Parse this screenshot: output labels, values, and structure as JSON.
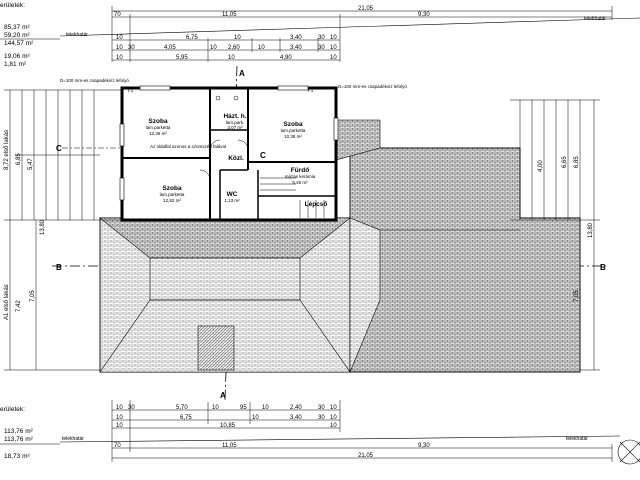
{
  "header": {
    "section_title": "erületek:",
    "areas": [
      "85,37 m²",
      "59,20 m²",
      "144,57 m²",
      "19,06 m²",
      "1,81 m²"
    ]
  },
  "footer": {
    "section_title": "erületek:",
    "areas": [
      "113,76 m²",
      "113,76 m²",
      "18,73 m²"
    ]
  },
  "labels": {
    "telekhatar": "telekhatár",
    "downpipe": "D=100 mm-es csapadékvíz lefolyó",
    "azonos": "Az oldalfal azonos a szomszéd falával"
  },
  "section_markers": [
    "A",
    "A",
    "B",
    "B",
    "C",
    "C"
  ],
  "top_dims": {
    "row1": [
      "70",
      "11,05",
      "9,30"
    ],
    "row2": [
      "21,05"
    ],
    "row3": [
      "10",
      "6,75",
      "10",
      "3,40",
      "30",
      "10"
    ],
    "row4": [
      "10",
      "30",
      "4,05",
      "10",
      "2,60",
      "10",
      "3,40",
      "30",
      "10"
    ],
    "row5": [
      "10",
      "5,95",
      "10",
      "4,90",
      "10"
    ]
  },
  "bottom_dims": {
    "row1": [
      "10",
      "30",
      "5,70",
      "10",
      "95",
      "10",
      "2,40",
      "30",
      "10"
    ],
    "row2": [
      "10",
      "6,75",
      "10",
      "3,40",
      "30",
      "10"
    ],
    "row3": [
      "10",
      "10,85",
      "10"
    ],
    "row4": [
      "70",
      "11,05",
      "9,30"
    ],
    "row5": [
      "21,05"
    ]
  },
  "left_dims": [
    "8,72 első lakás",
    "6,85",
    "5,47",
    "13,80",
    "7,05",
    "7,42",
    "A1 első lakás"
  ],
  "right_dims": [
    "6,65",
    "6,85",
    "13,80",
    "7,05",
    "4,00"
  ],
  "rooms": [
    {
      "name": "Szoba",
      "finish": "lam.parketta",
      "area": "12,36 m²"
    },
    {
      "name": "Házt. h.",
      "finish": "lam.park.",
      "area": "3,07 m²"
    },
    {
      "name": "Szoba",
      "finish": "lam.parketta",
      "area": "10,38 m²"
    },
    {
      "name": "Közl.",
      "finish": "",
      "area": ""
    },
    {
      "name": "Fürdő",
      "finish": "mázas kerámia",
      "area": "5,46 m²"
    },
    {
      "name": "Szoba",
      "finish": "lam.parketta",
      "area": "12,82 m²"
    },
    {
      "name": "WC",
      "finish": "",
      "area": "1,13 m²"
    },
    {
      "name": "Lépcső",
      "finish": "",
      "area": ""
    }
  ],
  "window_marks": [
    "F1",
    "F1"
  ]
}
